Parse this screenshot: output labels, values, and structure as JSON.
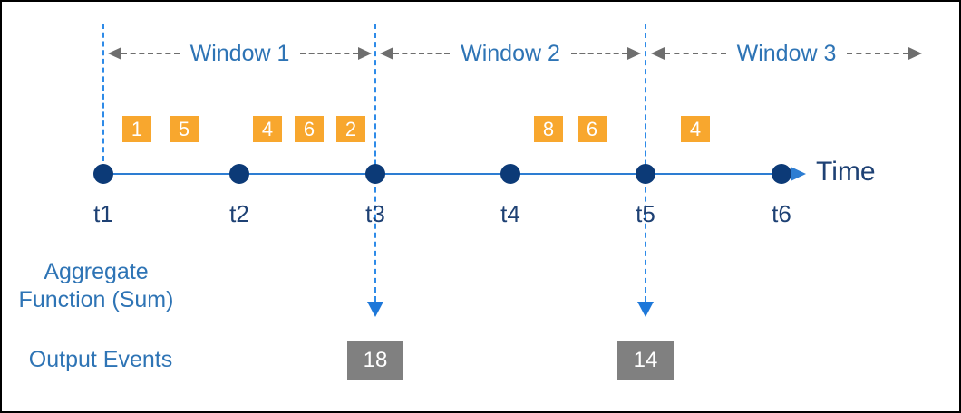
{
  "diagram": {
    "windows": [
      {
        "label": "Window 1"
      },
      {
        "label": "Window 2"
      },
      {
        "label": "Window 3"
      }
    ],
    "input_events": [
      {
        "value": "1"
      },
      {
        "value": "5"
      },
      {
        "value": "4"
      },
      {
        "value": "6"
      },
      {
        "value": "2"
      },
      {
        "value": "8"
      },
      {
        "value": "6"
      },
      {
        "value": "4"
      }
    ],
    "timeline": {
      "axis_label": "Time",
      "ticks": [
        {
          "label": "t1"
        },
        {
          "label": "t2"
        },
        {
          "label": "t3"
        },
        {
          "label": "t4"
        },
        {
          "label": "t5"
        },
        {
          "label": "t6"
        }
      ]
    },
    "aggregate": {
      "label_line1": "Aggregate",
      "label_line2": "Function (Sum)"
    },
    "output": {
      "label": "Output Events",
      "events": [
        {
          "value": "18"
        },
        {
          "value": "14"
        }
      ]
    },
    "colors": {
      "input_event_box": "#f8a72e",
      "output_event_box": "#808080",
      "timeline_blue": "#2d7dd2",
      "dashed_blue": "#2e8be8",
      "dot_navy": "#0c3a77",
      "label_blue": "#2e74b5",
      "axis_text_navy": "#1e4174",
      "arrow_gray": "#6e6e6e"
    }
  }
}
